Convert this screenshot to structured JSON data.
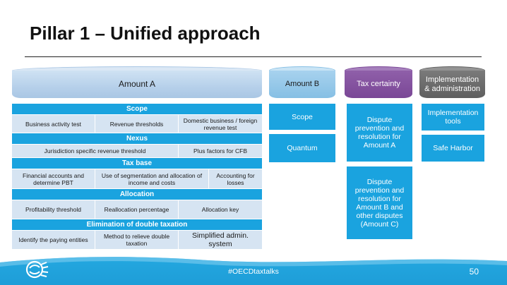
{
  "slide": {
    "title": "Pillar 1 – Unified approach",
    "page_number": "50",
    "hashtag": "#OECDtaxtalks"
  },
  "headers": {
    "amount_a": "Amount A",
    "amount_b": "Amount B",
    "tax_certainty": "Tax certainty",
    "implementation": "Implementation & administration"
  },
  "amount_a": {
    "scope": {
      "heading": "Scope",
      "cells": [
        "Business activity test",
        "Revenue thresholds",
        "Domestic business / foreign revenue test"
      ]
    },
    "nexus": {
      "heading": "Nexus",
      "cells": [
        "Jurisdiction specific revenue threshold",
        "Plus factors for CFB"
      ]
    },
    "tax_base": {
      "heading": "Tax base",
      "cells": [
        "Financial accounts and determine PBT",
        "Use of segmentation and allocation of income and costs",
        "Accounting for losses"
      ]
    },
    "allocation": {
      "heading": "Allocation",
      "cells": [
        "Profitability threshold",
        "Reallocation percentage",
        "Allocation key"
      ]
    },
    "elimination": {
      "heading": "Elimination of double taxation",
      "cells": [
        "Identify the paying entities",
        "Method to relieve double taxation",
        "Simplified admin. system"
      ]
    }
  },
  "amount_b": {
    "items": [
      "Scope",
      "Quantum"
    ]
  },
  "tax_certainty": {
    "items": [
      "Dispute prevention and resolution for Amount A",
      "Dispute prevention and resolution for Amount B and other disputes (Amount C)"
    ]
  },
  "implementation": {
    "items": [
      "Implementation tools",
      "Safe Harbor"
    ]
  },
  "colors": {
    "accent_blue": "#1aa3df",
    "light_cell": "#d6e4f2",
    "purple": "#7a4796",
    "grey": "#666666"
  },
  "icons": [
    "oecd-logo-icon"
  ]
}
